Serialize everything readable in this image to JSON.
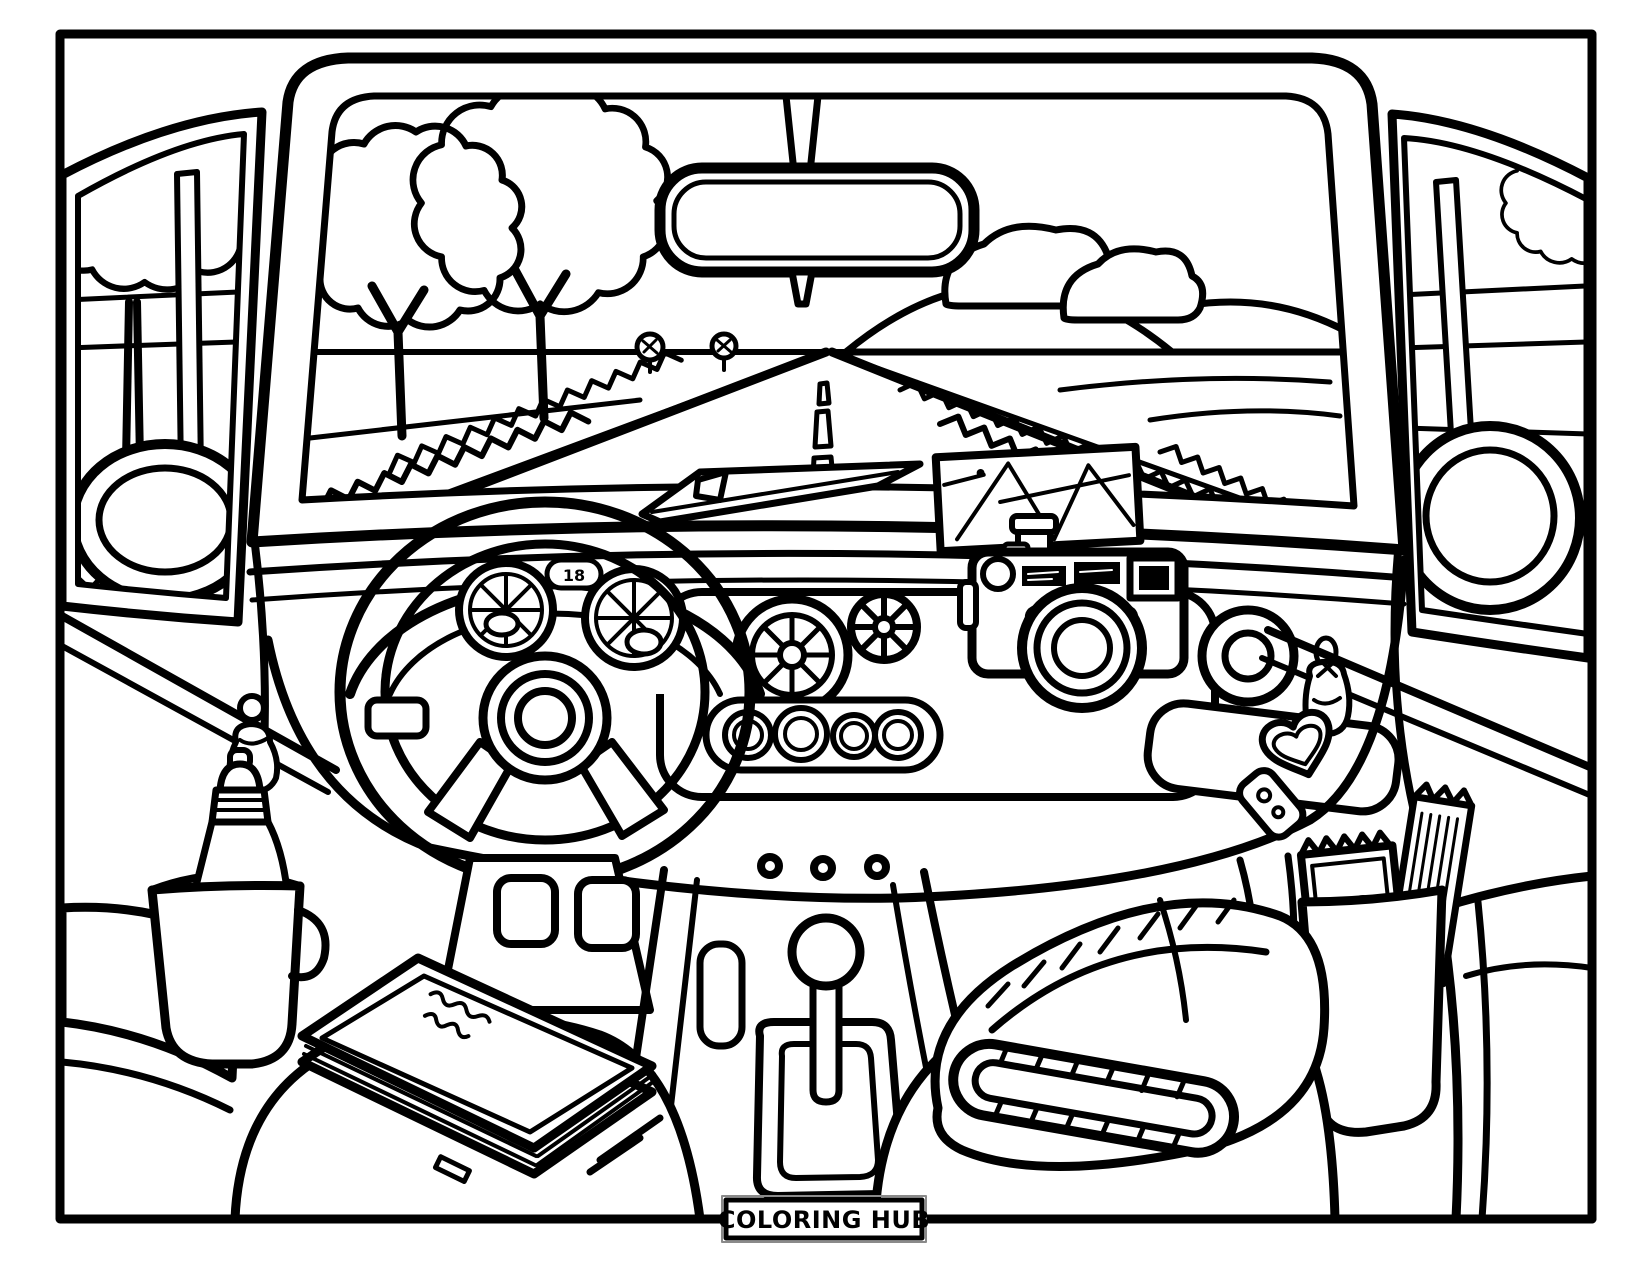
{
  "page": {
    "background": "#ffffff",
    "ink": "#000000",
    "box_shadow": "#8a8a8a"
  },
  "footer": {
    "brand_label": "COLORING HUB"
  },
  "dashboard": {
    "cluster_badge_text": "18"
  },
  "illustration": {
    "type": "coloring-page-line-art",
    "objects": [
      "car-interior",
      "windshield",
      "road-with-dashed-center-line",
      "trees",
      "hills",
      "clouds",
      "rearview-mirror",
      "left-side-window",
      "right-side-window",
      "side-mirrors",
      "steering-wheel",
      "instrument-cluster",
      "air-vents",
      "knob-panel",
      "speaker",
      "glovebox",
      "vintage-camera",
      "folded-map",
      "film-canister",
      "gear-shifter",
      "windshield-wiper",
      "water-bottle-in-cup-holder",
      "snack-packets-in-cup",
      "heart-keychain",
      "hanging-charm",
      "book-with-scribbled-cover",
      "folded-blanket",
      "seats",
      "door-armrests"
    ]
  }
}
